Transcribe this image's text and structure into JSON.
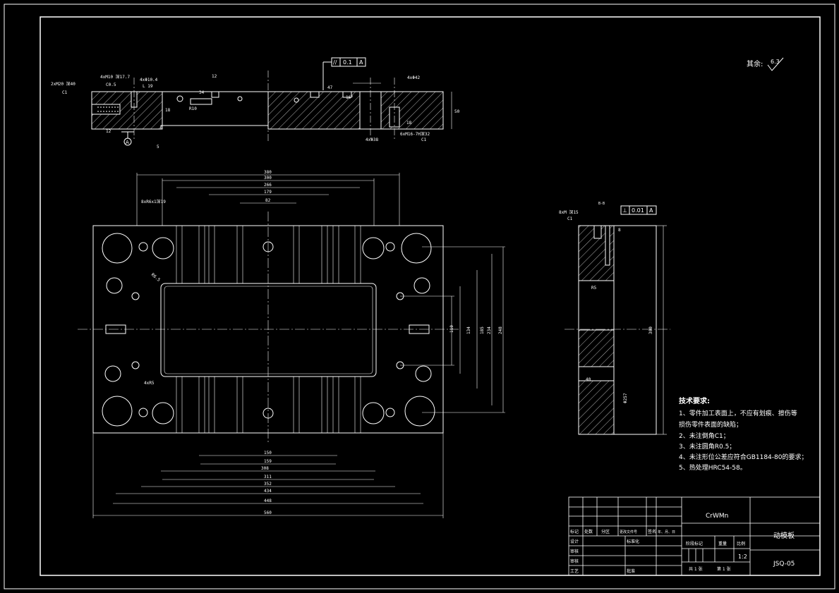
{
  "drawing": {
    "roughness_note_label": "其余:",
    "roughness_value": "6.3",
    "parallelism_symbol": "//",
    "parallelism_value": "0.1",
    "parallelism_datum": "A",
    "perp_symbol": "⊥",
    "perp_value": "0.01",
    "perp_datum": "A",
    "datum_letter": "A"
  },
  "top_view_labels": {
    "thread_left": "2xM20 深40",
    "chamfer_left": "C1",
    "holes_a": "4xM10 深17.7",
    "chamfer_a": "C0.5",
    "holes_b": "4xΦ10.4",
    "holes_b2": "L 19",
    "dim_18": "18",
    "dim_34": "34",
    "dim_r10": "R10",
    "dim_12": "12",
    "dim_47": "47",
    "dim_16": "16°",
    "dim_4xk42": "4xΦ42",
    "dim_50": "50",
    "dim_4x38": "4xΦ38",
    "thread_right": "6xM16-7H深32",
    "chamfer_right": "C1",
    "dim_18b": "18",
    "dim_5": "5",
    "dim_12b": "12"
  },
  "plan_dims_top": [
    "380",
    "300",
    "266",
    "179",
    "82"
  ],
  "plan_dims_bottom": [
    "150",
    "159",
    "308",
    "311",
    "352",
    "434",
    "448",
    "560"
  ],
  "plan_dims_right": [
    "110",
    "134",
    "185",
    "234",
    "248"
  ],
  "plan_labels": {
    "screw_holes": "8xR6x1深19",
    "corner_r": "R6.5",
    "corner_r2": "4xR5"
  },
  "side_view_labels": {
    "thread": "8xM 深15",
    "chamfer": "C1",
    "dim_b": "B-B",
    "dim_8": "8",
    "dim_40": "40",
    "dim_300": "300",
    "dim_257": "Φ257",
    "dim_r5": "R5"
  },
  "tech_requirements": {
    "title": "技术要求:",
    "items": [
      "1、零件加工表面上，不应有划痕、擦伤等",
      "损伤零件表面的缺陷；",
      "2、未注倒角C1；",
      "3、未注圆角R0.5；",
      "4、未注形位公差应符合GB1184-80的要求；",
      "5、热处理HRC54-58。"
    ]
  },
  "title_block": {
    "material": "CrWMn",
    "part_name": "动模板",
    "drawing_no": "JSQ-05",
    "scale": "1:2",
    "row_headers": [
      "标记",
      "处数",
      "分区",
      "更改文件号",
      "签名",
      "年、月、日"
    ],
    "design": "设计",
    "standard": "标准化",
    "check": "审核",
    "process": "工艺",
    "approve": "批准",
    "review": "审核",
    "stage_mark": "阶段标记",
    "weight": "重量",
    "ratio": "比例",
    "sheets_total": "共 1 张",
    "sheet_no": "第 1 张"
  }
}
